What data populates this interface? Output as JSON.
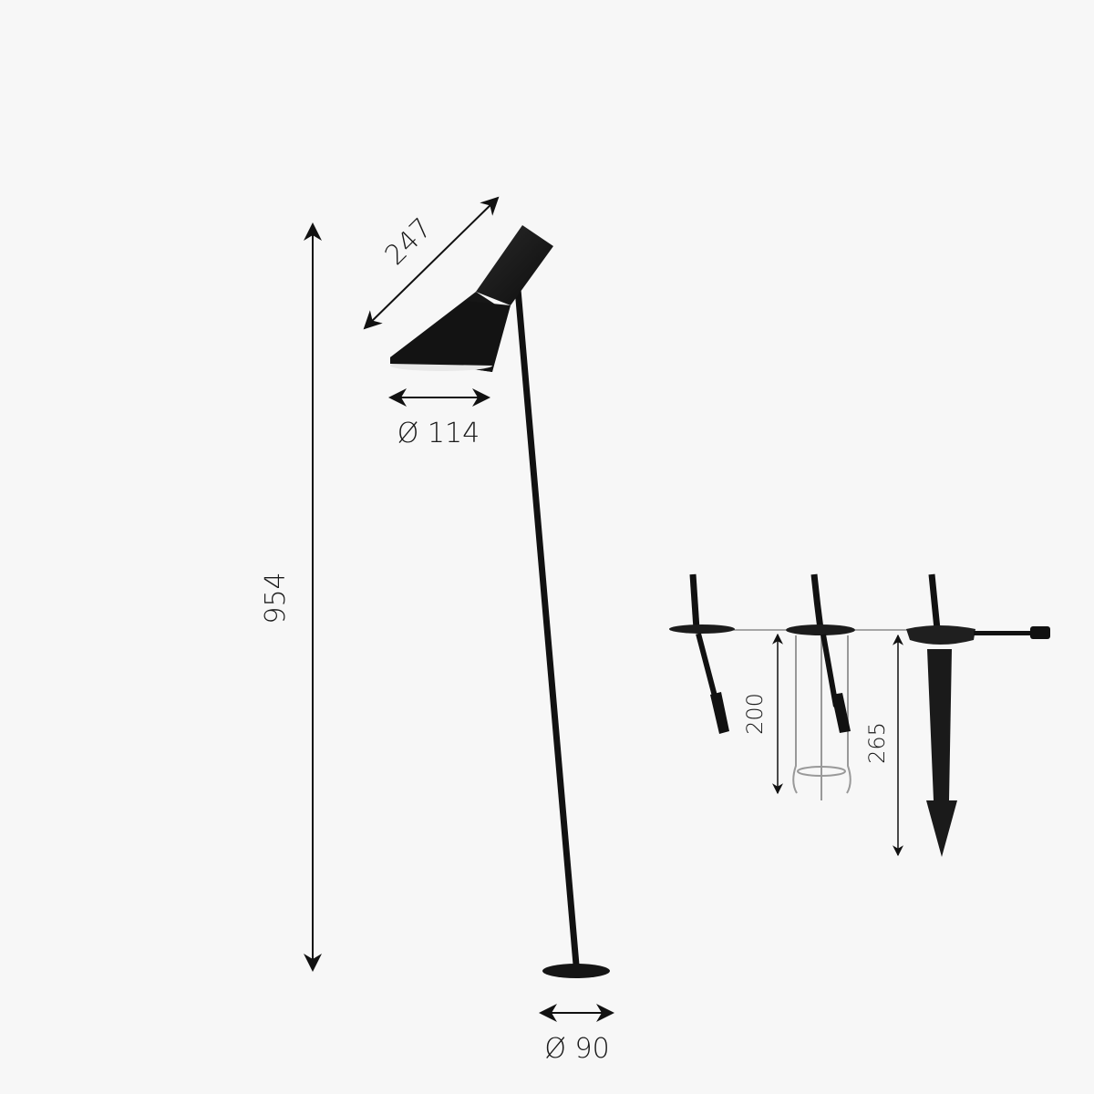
{
  "diagram": {
    "subject": "Outdoor floor lamp with angled conical shade on tilted pole",
    "background_color": "#f7f7f7",
    "lamp_color": "#111111",
    "dimensions": {
      "total_height": "954",
      "shade_length": "247",
      "shade_diameter": "Ø 114",
      "base_diameter": "Ø 90",
      "anchor_depth": "200",
      "spike_depth": "265"
    },
    "mounting_options": [
      {
        "name": "base-plate"
      },
      {
        "name": "ground-anchor-cage"
      },
      {
        "name": "ground-spike-with-connector"
      }
    ]
  }
}
